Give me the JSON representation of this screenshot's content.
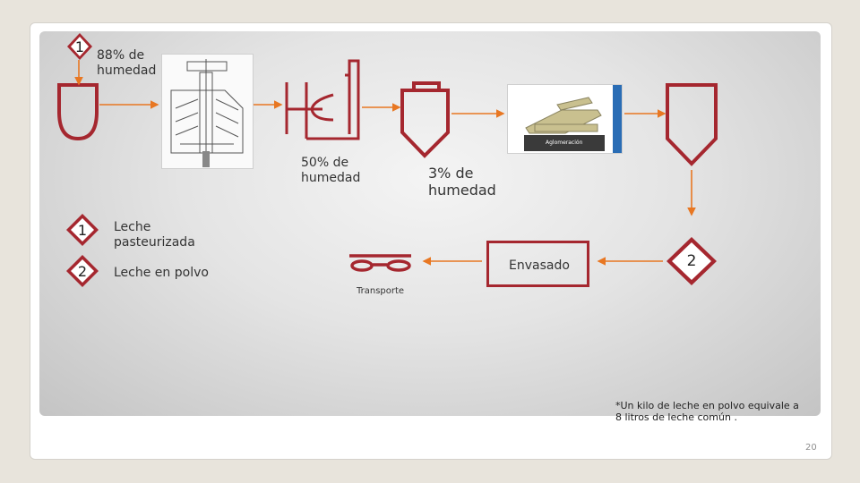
{
  "colors": {
    "vessel": "#a5272f",
    "arrow": "#e87722",
    "badge_fill": "#a5272f"
  },
  "labels": {
    "humidity_88": "88% de humedad",
    "humidity_50": "50% de humedad",
    "humidity_3": "3% de humedad",
    "envasado": "Envasado",
    "transporte": "Transporte",
    "aglomeracion": "Aglomeración"
  },
  "markers": {
    "one": "1",
    "two": "2"
  },
  "legend": [
    {
      "marker": "1",
      "text": "Leche pasteurizada"
    },
    {
      "marker": "2",
      "text": "Leche en polvo"
    }
  ],
  "footnote": "*Un kilo de leche en polvo equivale a 8 litros de leche común .",
  "page_number": "20"
}
